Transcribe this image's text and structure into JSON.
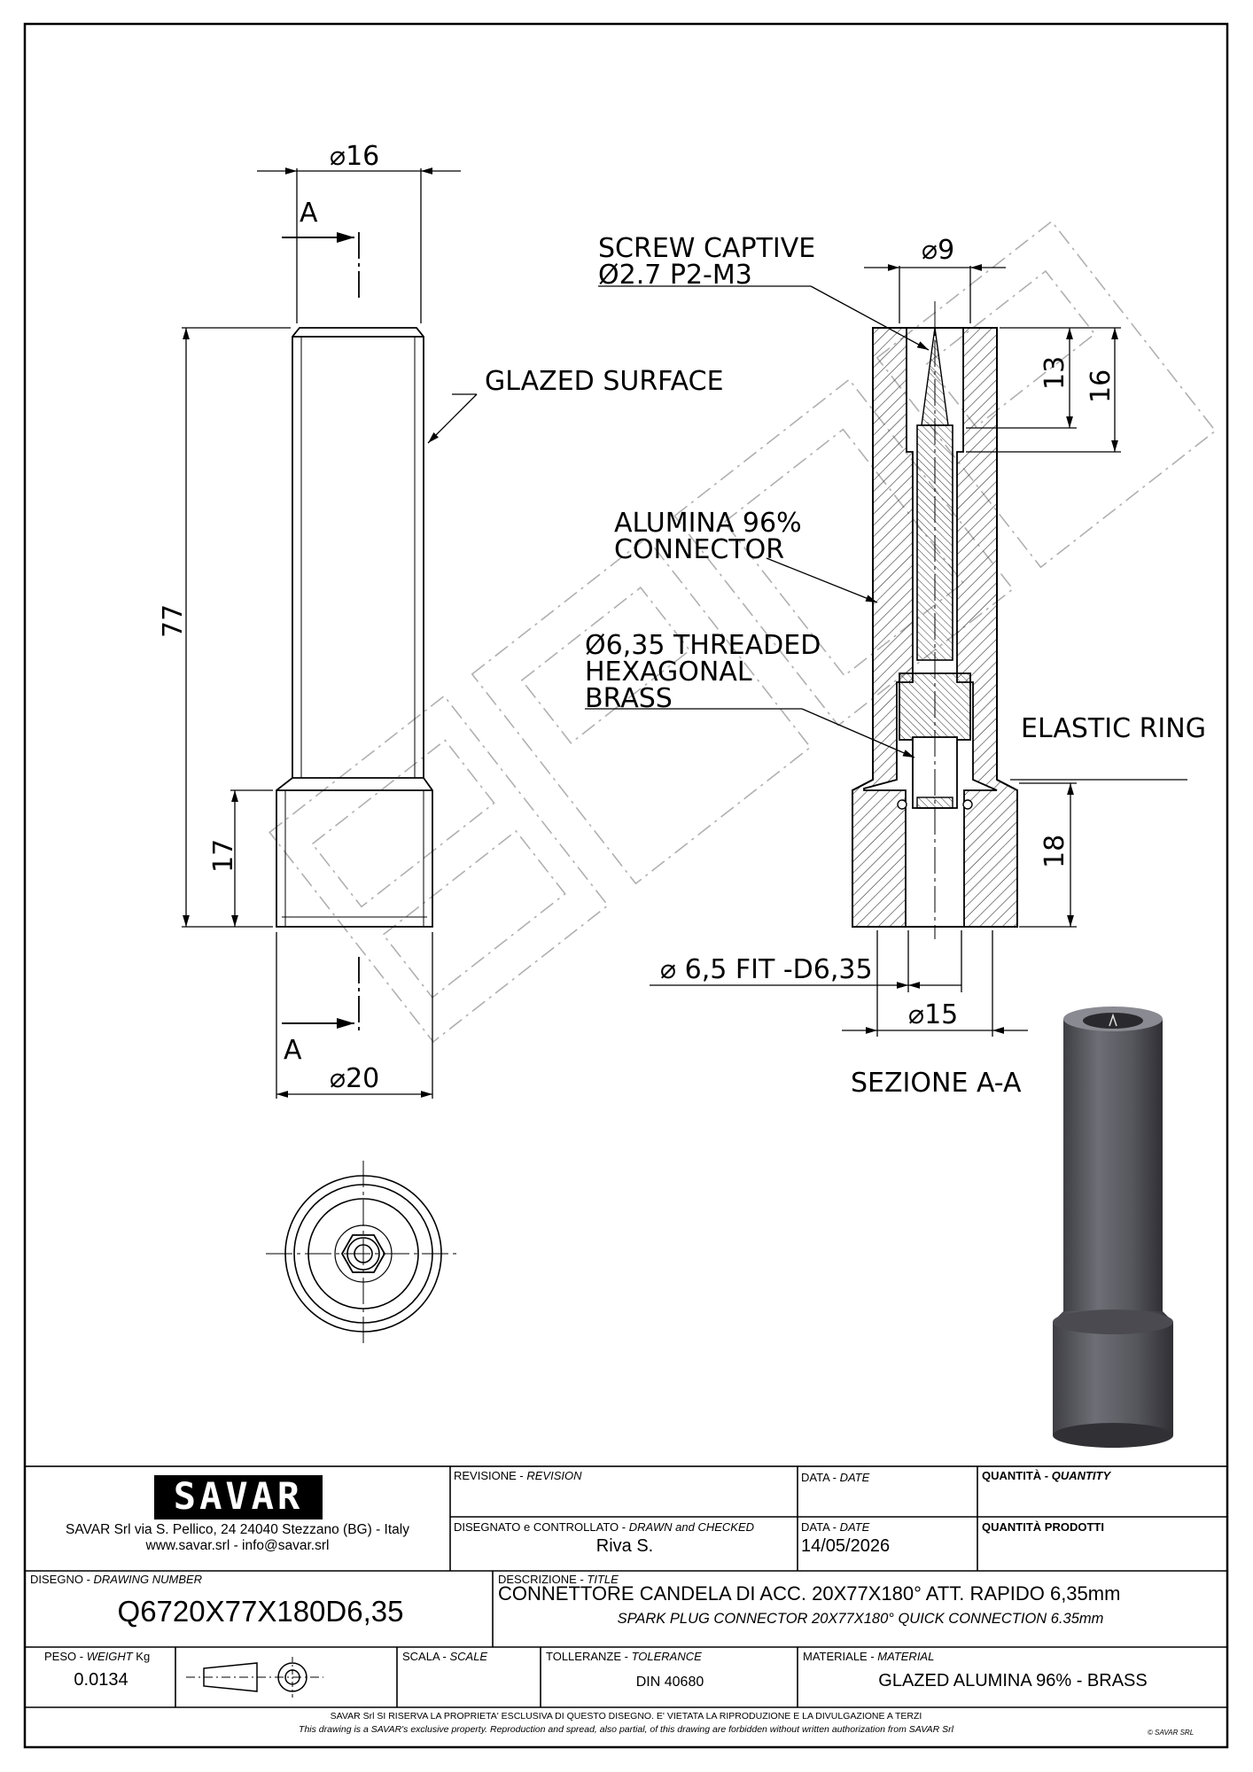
{
  "colors": {
    "line": "#000000",
    "hatch": "#333333",
    "watermark": "#b0b0b0",
    "render_body": "#5f5f66"
  },
  "views": {
    "front": {
      "dim_top_dia": "16",
      "dim_bottom_dia": "20",
      "dim_total_length": "77",
      "dim_base_length": "17",
      "section_mark_top": "A",
      "section_mark_bottom": "A",
      "note_surface": "GLAZED SURFACE"
    },
    "section": {
      "title": "SEZIONE A-A",
      "note_screw_1": "SCREW CAPTIVE",
      "note_screw_2": "Ø2.7 P2-M3",
      "note_alumina_1": "ALUMINA 96%",
      "note_alumina_2": "CONNECTOR",
      "note_brass_1": "Ø6,35 THREADED",
      "note_brass_2": "HEXAGONAL",
      "note_brass_3": "BRASS",
      "note_ring": "ELASTIC RING",
      "dim_hole_dia": "9",
      "dim_depth_13": "13",
      "dim_depth_16": "16",
      "dim_base_18": "18",
      "dim_fit": "6,5 FIT -D6,35",
      "dim_outer_15": "15"
    }
  },
  "title_block": {
    "company_logo": "SAVAR",
    "company_address": "SAVAR Srl via S. Pellico, 24  24040 Stezzano (BG) - Italy",
    "company_web": "www.savar.srl  -  info@savar.srl",
    "revision_label": "REVISIONE - ",
    "revision_label_en": "REVISION",
    "date_label_1": "DATA - ",
    "date_label_1_en": "DATE",
    "quantity_label": "QUANTITÀ - ",
    "quantity_label_en": "QUANTITY",
    "drawn_label": "DISEGNATO e CONTROLLATO - ",
    "drawn_label_en": "DRAWN and CHECKED",
    "drawn_value": "Riva S.",
    "date_label_2": "DATA - ",
    "date_label_2_en": "DATE",
    "date_value": "14/05/2026",
    "product_qty_label": "QUANTITÀ  PRODOTTI",
    "drawing_number_label": "DISEGNO - ",
    "drawing_number_label_en": "DRAWING NUMBER",
    "drawing_number": "Q6720X77X180D6,35",
    "description_label": "DESCRIZIONE - ",
    "description_label_en": "TITLE",
    "description_it": "CONNETTORE CANDELA DI ACC. 20X77X180° ATT. RAPIDO 6,35mm",
    "description_en": "SPARK PLUG CONNECTOR 20X77X180° QUICK CONNECTION 6.35mm",
    "weight_label": "PESO - ",
    "weight_label_en": "WEIGHT",
    "weight_unit": " Kg",
    "weight_value": "0.0134",
    "scale_label": "SCALA - ",
    "scale_label_en": "SCALE",
    "tolerance_label": "TOLLERANZE - ",
    "tolerance_label_en": "TOLERANCE",
    "tolerance_value": "DIN 40680",
    "material_label": "MATERIALE - ",
    "material_label_en": "MATERIAL",
    "material_value": "GLAZED ALUMINA 96% - BRASS",
    "footer_it": "SAVAR Srl SI RISERVA LA PROPRIETA' ESCLUSIVA DI QUESTO DISEGNO. E' VIETATA LA RIPRODUZIONE E LA DIVULGAZIONE A TERZI",
    "footer_en": "This drawing is a SAVAR's exclusive property. Reproduction and spread, also partial, of this drawing are forbidden without written authorization from SAVAR Srl",
    "copyright": "© SAVAR SRL"
  }
}
